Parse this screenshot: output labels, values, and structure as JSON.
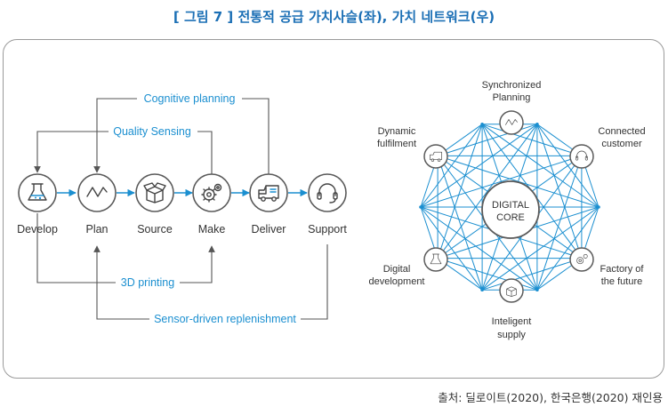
{
  "title": "[ 그림 7 ] 전통적 공급 가치사슬(좌), 가치 네트워크(우)",
  "source": "출처: 딜로이트(2020), 한국은행(2020) 재인용",
  "colors": {
    "accent": "#1b8fd0",
    "title": "#1b6fb5",
    "connector": "#555555",
    "node_border": "#5a5a5a"
  },
  "value_chain": {
    "stages": [
      {
        "label": "Develop",
        "icon": "flask-icon"
      },
      {
        "label": "Plan",
        "icon": "zigzag-chart-icon"
      },
      {
        "label": "Source",
        "icon": "open-box-icon"
      },
      {
        "label": "Make",
        "icon": "gears-icon"
      },
      {
        "label": "Deliver",
        "icon": "truck-icon"
      },
      {
        "label": "Support",
        "icon": "headset-icon"
      }
    ],
    "feedback_loops": {
      "cognitive_planning": "Cognitive planning",
      "quality_sensing": "Quality Sensing",
      "printing_3d": "3D printing",
      "sensor_replenishment": "Sensor-driven replenishment"
    }
  },
  "value_network": {
    "core_line1": "DIGITAL",
    "core_line2": "CORE",
    "nodes": [
      {
        "line1": "Synchronized",
        "line2": "Planning",
        "icon": "zigzag-chart-icon"
      },
      {
        "line1": "Connected",
        "line2": "customer",
        "icon": "headset-icon"
      },
      {
        "line1": "Factory of",
        "line2": "the future",
        "icon": "gears-icon"
      },
      {
        "line1": "Inteligent",
        "line2": "supply",
        "icon": "open-box-icon"
      },
      {
        "line1": "Digital",
        "line2": "development",
        "icon": "flask-icon"
      },
      {
        "line1": "Dynamic",
        "line2": "fulfilment",
        "icon": "truck-icon"
      }
    ]
  }
}
